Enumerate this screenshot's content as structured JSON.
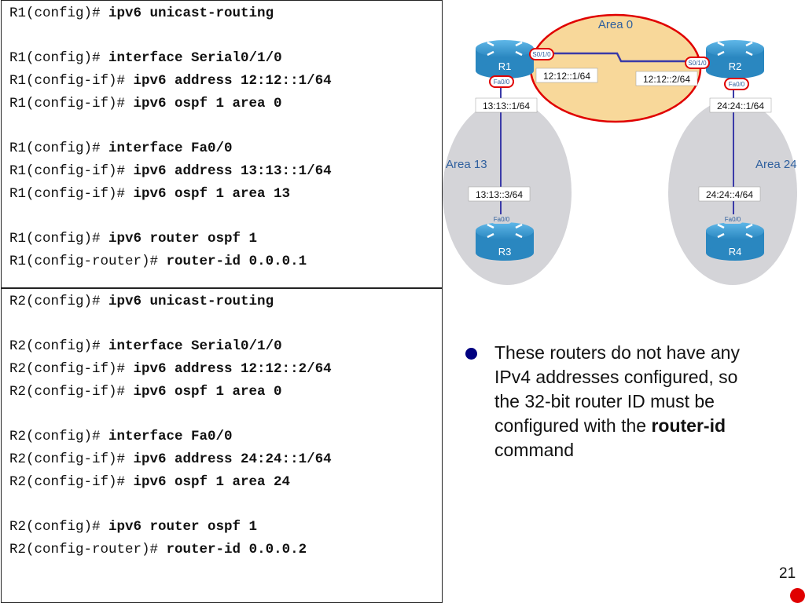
{
  "r1_config": [
    {
      "prompt": "R1(config)# ",
      "command": "ipv6 unicast-routing"
    },
    {
      "prompt": "R1(config)# ",
      "command": "interface Serial0/1/0"
    },
    {
      "prompt": "R1(config-if)# ",
      "command": "ipv6 address 12:12::1/64"
    },
    {
      "prompt": "R1(config-if)# ",
      "command": "ipv6 ospf 1 area 0"
    },
    {
      "prompt": "R1(config)# ",
      "command": "interface Fa0/0"
    },
    {
      "prompt": "R1(config-if)# ",
      "command": "ipv6 address 13:13::1/64"
    },
    {
      "prompt": "R1(config-if)# ",
      "command": "ipv6 ospf 1 area 13"
    },
    {
      "prompt": "R1(config)# ",
      "command": "ipv6 router ospf 1"
    },
    {
      "prompt": "R1(config-router)# ",
      "command": "router-id 0.0.0.1"
    }
  ],
  "r2_config": [
    {
      "prompt": "R2(config)# ",
      "command": "ipv6 unicast-routing"
    },
    {
      "prompt": "R2(config)# ",
      "command": "interface Serial0/1/0"
    },
    {
      "prompt": "R2(config-if)# ",
      "command": "ipv6 address 12:12::2/64"
    },
    {
      "prompt": "R2(config-if)# ",
      "command": "ipv6 ospf 1 area 0"
    },
    {
      "prompt": "R2(config)# ",
      "command": "interface Fa0/0"
    },
    {
      "prompt": "R2(config-if)# ",
      "command": "ipv6 address 24:24::1/64"
    },
    {
      "prompt": "R2(config-if)# ",
      "command": "ipv6 ospf 1 area 24"
    },
    {
      "prompt": "R2(config)# ",
      "command": "ipv6 router ospf 1"
    },
    {
      "prompt": "R2(config-router)# ",
      "command": "router-id 0.0.0.2"
    }
  ],
  "diagram": {
    "areas": {
      "area0": "Area 0",
      "area13": "Area 13",
      "area24": "Area 24"
    },
    "routers": {
      "r1": "R1",
      "r2": "R2",
      "r3": "R3",
      "r4": "R4"
    },
    "interfaces": {
      "r1_serial": "S0/1/0",
      "r2_serial": "S0/1/0",
      "r1_fa": "Fa0/0",
      "r2_fa": "Fa0/0",
      "r3_fa": "Fa0/0",
      "r4_fa": "Fa0/0"
    },
    "addresses": {
      "r1_serial": "12:12::1/64",
      "r2_serial": "12:12::2/64",
      "r1_fa": "13:13::1/64",
      "r3_fa": "13:13::3/64",
      "r2_fa": "24:24::1/64",
      "r4_fa": "24:24::4/64"
    },
    "colors": {
      "area0_fill": "#f8d89a",
      "area0_border": "#e00000",
      "area_gray": "#d4d4d8",
      "router_blue": "#2a87c0",
      "link_blue": "#3a3aa8",
      "label_blue": "#2e5f9e"
    }
  },
  "bullet": {
    "text_before": "These routers do not have any IPv4 addresses configured, so the 32-bit router ID must be configured with the ",
    "bold": "router-id",
    "text_after": " command"
  },
  "page_number": "21"
}
